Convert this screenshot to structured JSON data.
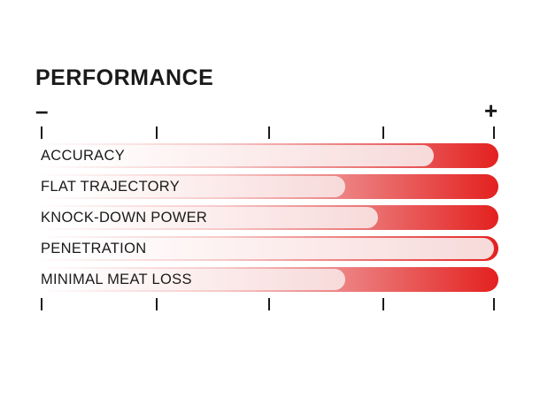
{
  "header": {
    "title": "PERFORMANCE"
  },
  "scale": {
    "min_label": "–",
    "max_label": "+",
    "tick_count": 5
  },
  "chart_data": {
    "type": "bar",
    "title": "PERFORMANCE",
    "categories": [
      "ACCURACY",
      "FLAT TRAJECTORY",
      "KNOCK-DOWN POWER",
      "PENETRATION",
      "MINIMAL MEAT LOSS"
    ],
    "values": [
      0.86,
      0.67,
      0.74,
      0.99,
      0.67
    ],
    "xlim": [
      0,
      1
    ],
    "colors": {
      "bar_high": "#e3211f",
      "bar_low": "#ffffff",
      "fill": "#f7dada"
    }
  }
}
